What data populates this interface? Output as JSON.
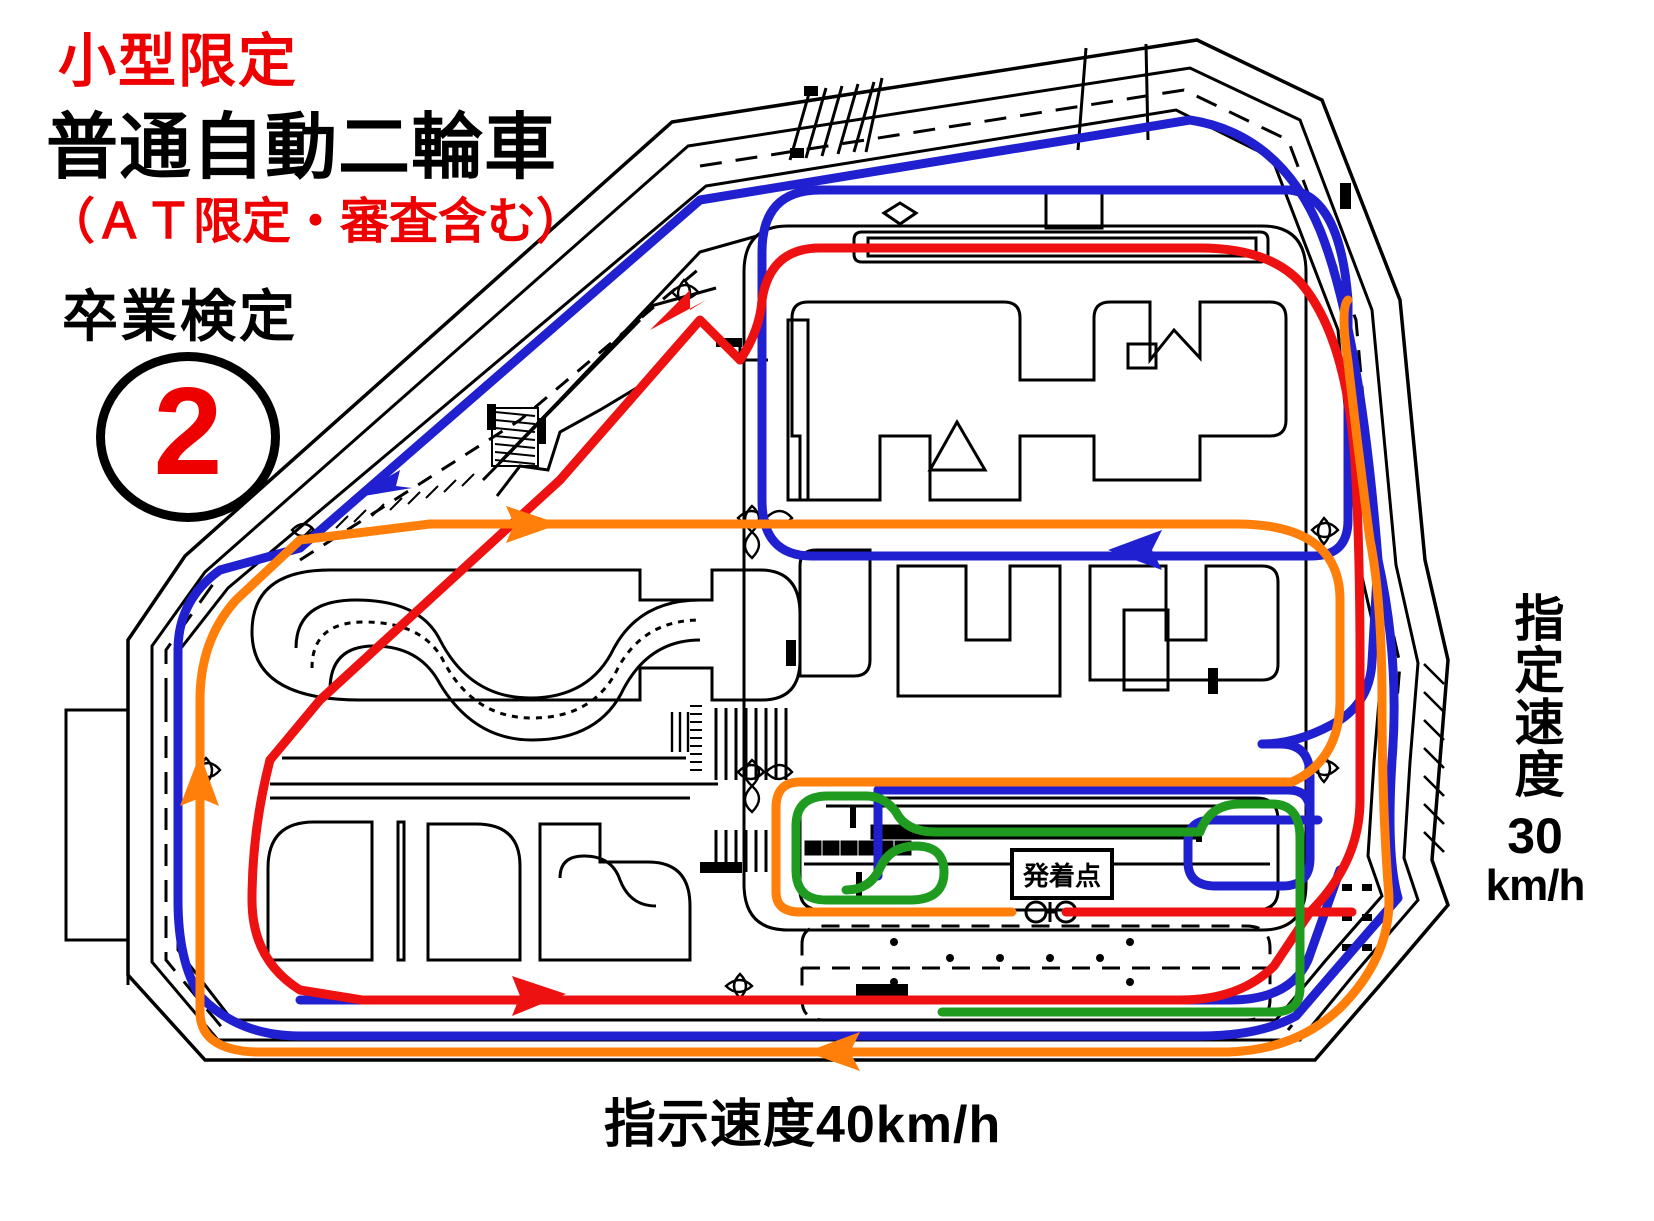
{
  "header": {
    "restriction": "小型限定",
    "vehicle_class": "普通自動二輪車",
    "note": "（ＡＴ限定・審査含む）",
    "exam_type": "卒業検定",
    "course_number": "2"
  },
  "labels": {
    "start_end_point": "発着点",
    "instructed_speed_bottom": "指示速度40km/h",
    "designated_speed_right_line1": "指定速度",
    "designated_speed_right_value": "30",
    "designated_speed_right_unit": "km/h"
  },
  "routes": {
    "blue": {
      "name": "blue-route",
      "color": "#2020D0"
    },
    "red": {
      "name": "red-route",
      "color": "#EE1111"
    },
    "orange": {
      "name": "orange-route",
      "color": "#FF7F0A"
    },
    "green": {
      "name": "green-route",
      "color": "#1F9B20"
    }
  },
  "colors": {
    "accent_red": "#EF0000",
    "ink": "#000000",
    "paper": "#FFFFFF"
  },
  "icons": {
    "circle_badge": "circled-number-badge",
    "crossing": "pedestrian-crossing",
    "railway": "railway-crossing",
    "slalom": "slalom-markers",
    "signal": "traffic-signal"
  }
}
